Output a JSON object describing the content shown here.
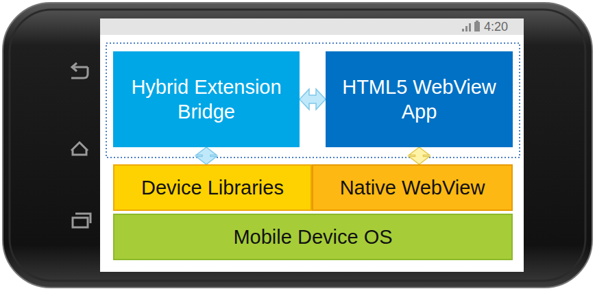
{
  "diagram": {
    "nodes": [
      {
        "text": [
          "Hybrid Extension Bridge"
        ]
      },
      {
        "text": [
          "HTML5 WebView App"
        ]
      },
      {
        "text": [
          "Device Libraries"
        ]
      },
      {
        "text": [
          "Native WebView"
        ]
      },
      {
        "text": [
          "Mobile Device OS"
        ]
      }
    ],
    "edges": [
      {
        "from": 0,
        "to": 1,
        "arrow": "both"
      },
      {
        "from": 0,
        "to": 2,
        "arrow": "both"
      },
      {
        "from": 1,
        "to": 3,
        "arrow": "both"
      }
    ],
    "labels": [
      "4:20"
    ]
  }
}
